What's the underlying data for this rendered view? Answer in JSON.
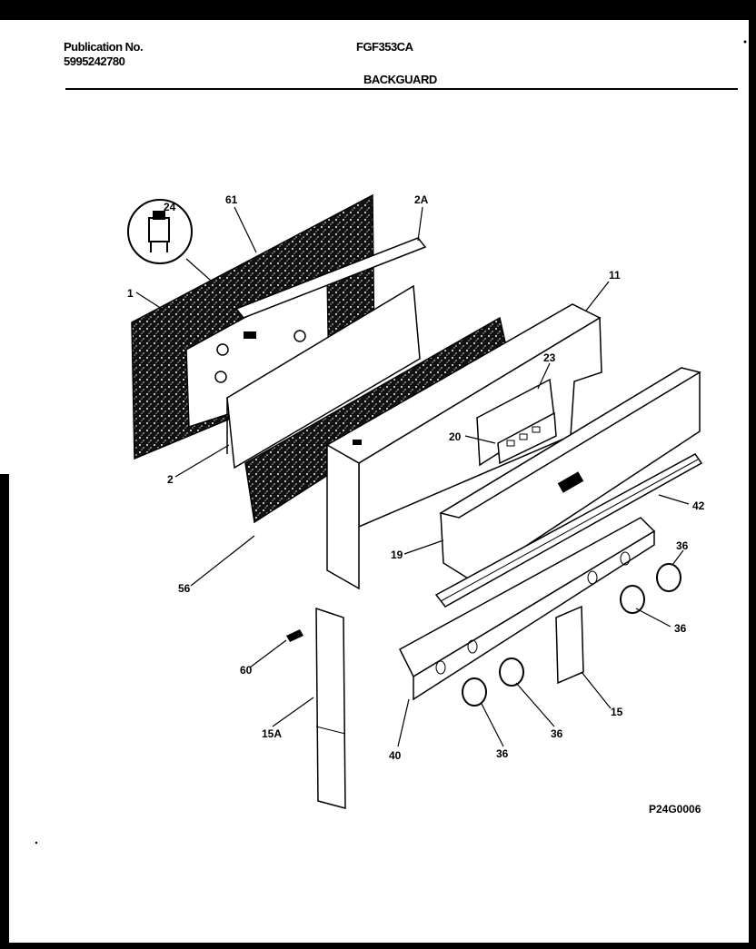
{
  "header": {
    "publication_label": "Publication No.",
    "publication_number": "5995242780",
    "model": "FGF353CA",
    "section": "BACKGUARD"
  },
  "figure_id": "P24G0006",
  "callouts": [
    "24",
    "61",
    "2A",
    "1",
    "11",
    "23",
    "20",
    "2",
    "42",
    "19",
    "36",
    "56",
    "36",
    "60",
    "15",
    "36",
    "36",
    "15A",
    "40"
  ]
}
